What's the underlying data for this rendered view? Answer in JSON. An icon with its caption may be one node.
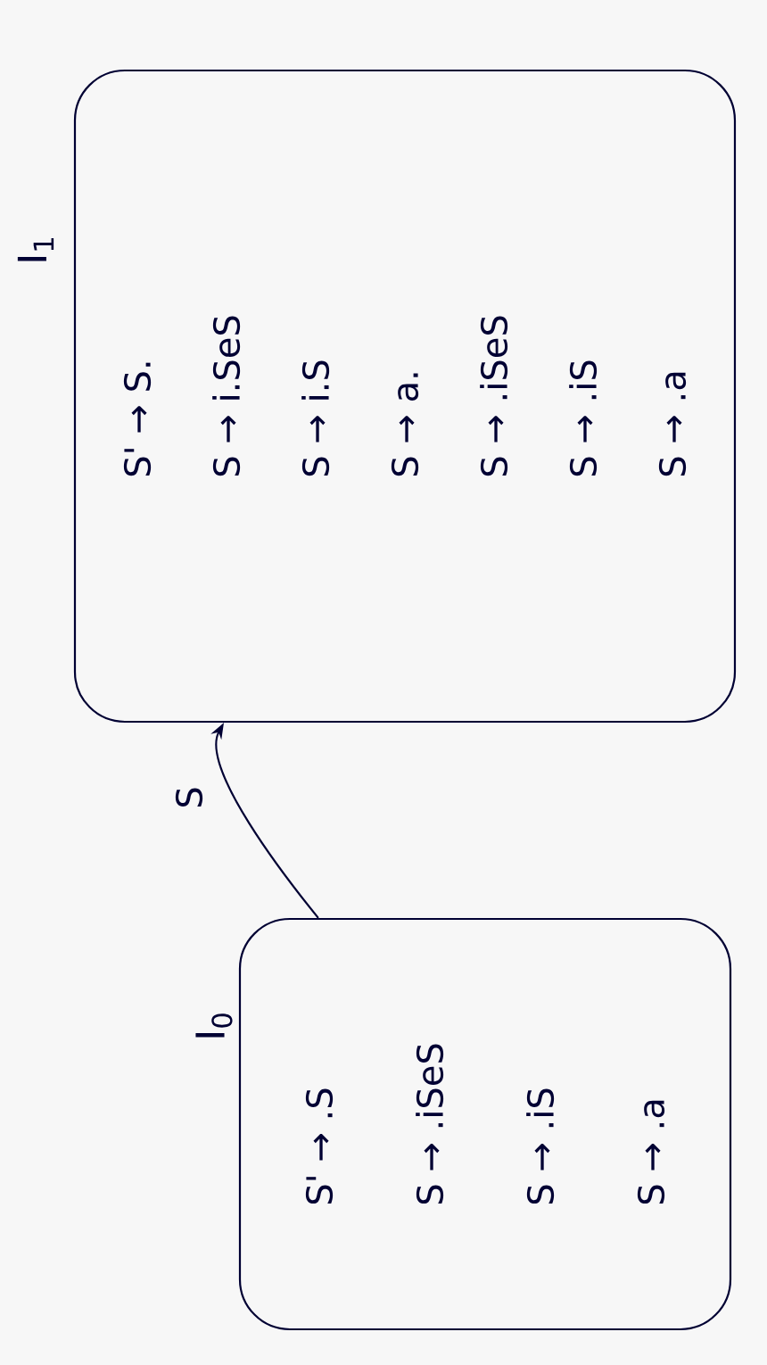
{
  "diagram": {
    "nodes": [
      {
        "text": [
          "I$_{0}$",
          "S' → .S",
          "S → .iSeS",
          "S → .iS",
          "S → .a"
        ]
      },
      {
        "text": [
          "I$_{1}$",
          "S' → S.",
          "S → i.SeS",
          "S → i.S",
          "S → a.",
          "S → .iSeS",
          "S → .iS",
          "S → .a"
        ]
      }
    ],
    "edges": [
      {
        "from": 0,
        "to": 1,
        "arrow": "to",
        "label": "S"
      }
    ]
  }
}
